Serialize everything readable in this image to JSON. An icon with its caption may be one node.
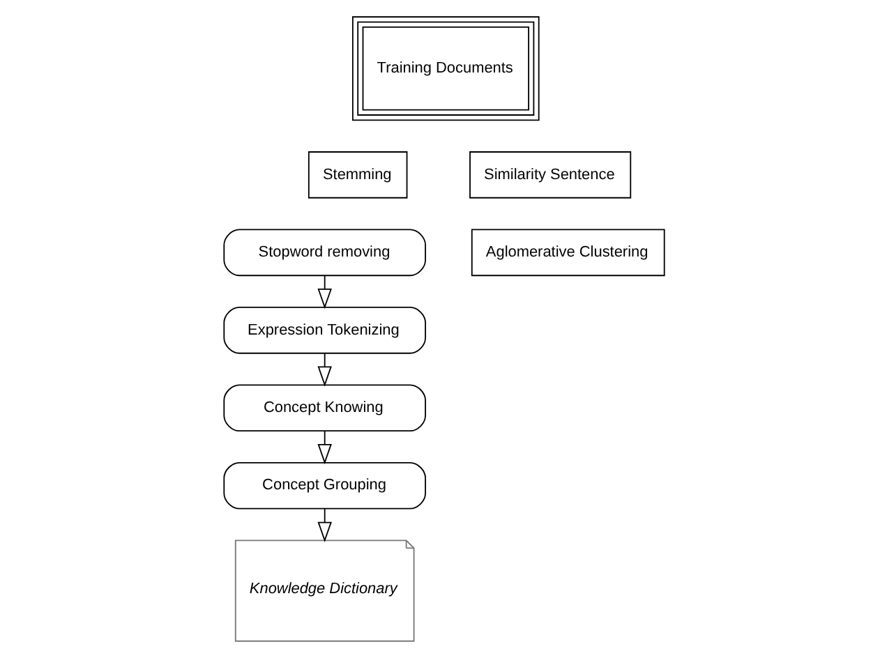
{
  "diagram": {
    "nodes": [
      {
        "text": [
          "Training Documents"
        ]
      },
      {
        "text": [
          "Stemming"
        ]
      },
      {
        "text": [
          "Similarity Sentence"
        ]
      },
      {
        "text": [
          "Aglomerative Clustering"
        ]
      },
      {
        "text": [
          "Stopword removing"
        ]
      },
      {
        "text": [
          "Expression Tokenizing"
        ]
      },
      {
        "text": [
          "Concept Knowing"
        ]
      },
      {
        "text": [
          "Concept Grouping"
        ]
      },
      {
        "text": [
          "Knowledge Dictionary"
        ]
      }
    ],
    "edges": [
      {
        "from": 4,
        "to": 5,
        "arrow": "to"
      },
      {
        "from": 5,
        "to": 6,
        "arrow": "to"
      },
      {
        "from": 6,
        "to": 7,
        "arrow": "to"
      },
      {
        "from": 7,
        "to": 8,
        "arrow": "to"
      }
    ]
  }
}
